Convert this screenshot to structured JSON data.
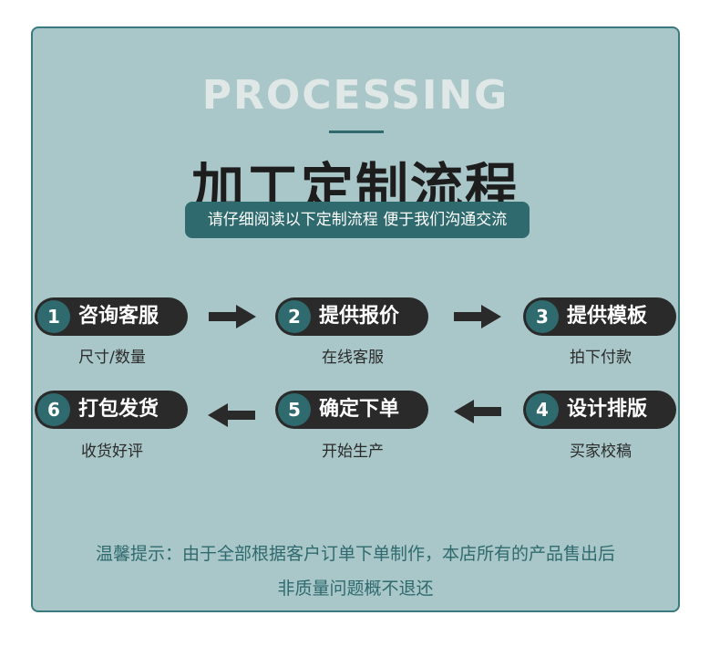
{
  "header": {
    "eyebrow": "PROCESSING",
    "title": "加工定制流程",
    "subtitle": "请仔细阅读以下定制流程 便于我们沟通交流"
  },
  "steps": [
    {
      "num": "1",
      "label": "咨询客服",
      "caption": "尺寸/数量"
    },
    {
      "num": "2",
      "label": "提供报价",
      "caption": "在线客服"
    },
    {
      "num": "3",
      "label": "提供模板",
      "caption": "拍下付款"
    },
    {
      "num": "4",
      "label": "设计排版",
      "caption": "买家校稿"
    },
    {
      "num": "5",
      "label": "确定下单",
      "caption": "开始生产"
    },
    {
      "num": "6",
      "label": "打包发货",
      "caption": "收货好评"
    }
  ],
  "note": {
    "line1": "温馨提示：由于全部根据客户订单下单制作，本店所有的产品售出后",
    "line2": "非质量问题概不退还"
  },
  "colors": {
    "background": "#a9c7c8",
    "accent": "#2f6a6e",
    "pill": "#2a2a2a",
    "eyebrow": "#dfe7e7"
  },
  "icons": [
    "arrow-right-icon",
    "arrow-left-icon"
  ]
}
